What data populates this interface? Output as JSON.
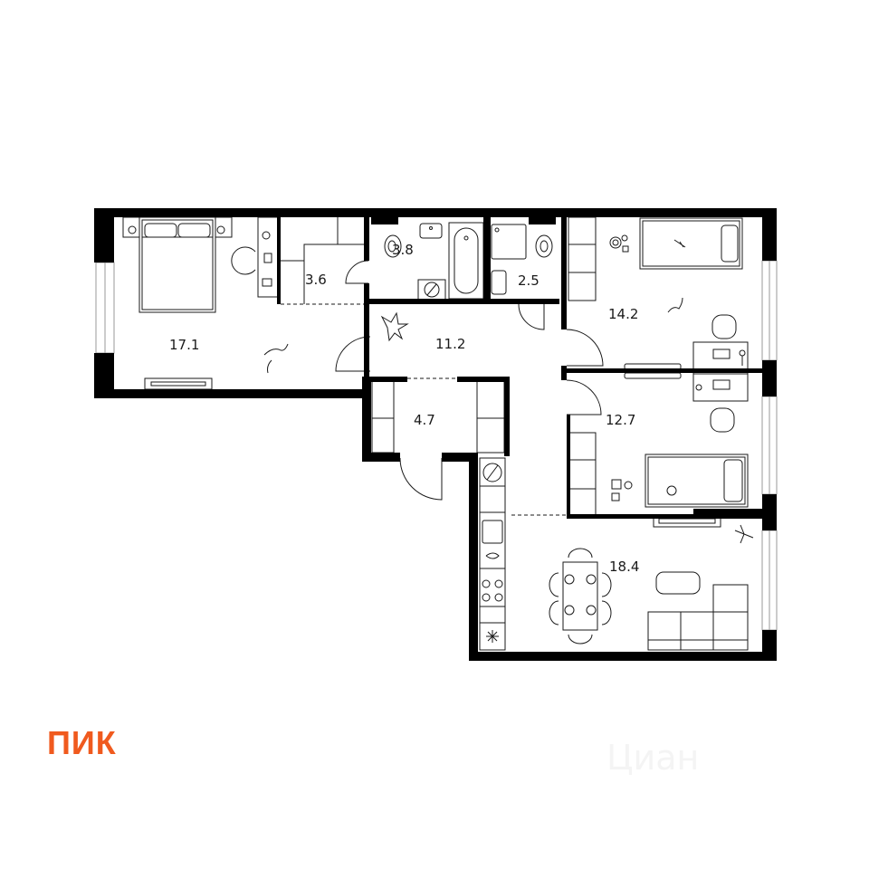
{
  "brand": {
    "logo_text": "ПИК",
    "logo_color": "#f05a1e"
  },
  "watermark": {
    "text": "Циан"
  },
  "colors": {
    "wall": "#000000",
    "line": "#1a1a1a",
    "window": "#9a9a9a",
    "background": "#ffffff"
  },
  "rooms": [
    {
      "id": "bedroom-master",
      "area": "17.1"
    },
    {
      "id": "wardrobe",
      "area": "3.6"
    },
    {
      "id": "bathroom",
      "area": "3.8"
    },
    {
      "id": "toilet",
      "area": "2.5"
    },
    {
      "id": "bedroom-kids-1",
      "area": "14.2"
    },
    {
      "id": "hallway",
      "area": "11.2"
    },
    {
      "id": "entrance-hall",
      "area": "4.7"
    },
    {
      "id": "bedroom-kids-2",
      "area": "12.7"
    },
    {
      "id": "kitchen-living",
      "area": "18.4"
    }
  ]
}
